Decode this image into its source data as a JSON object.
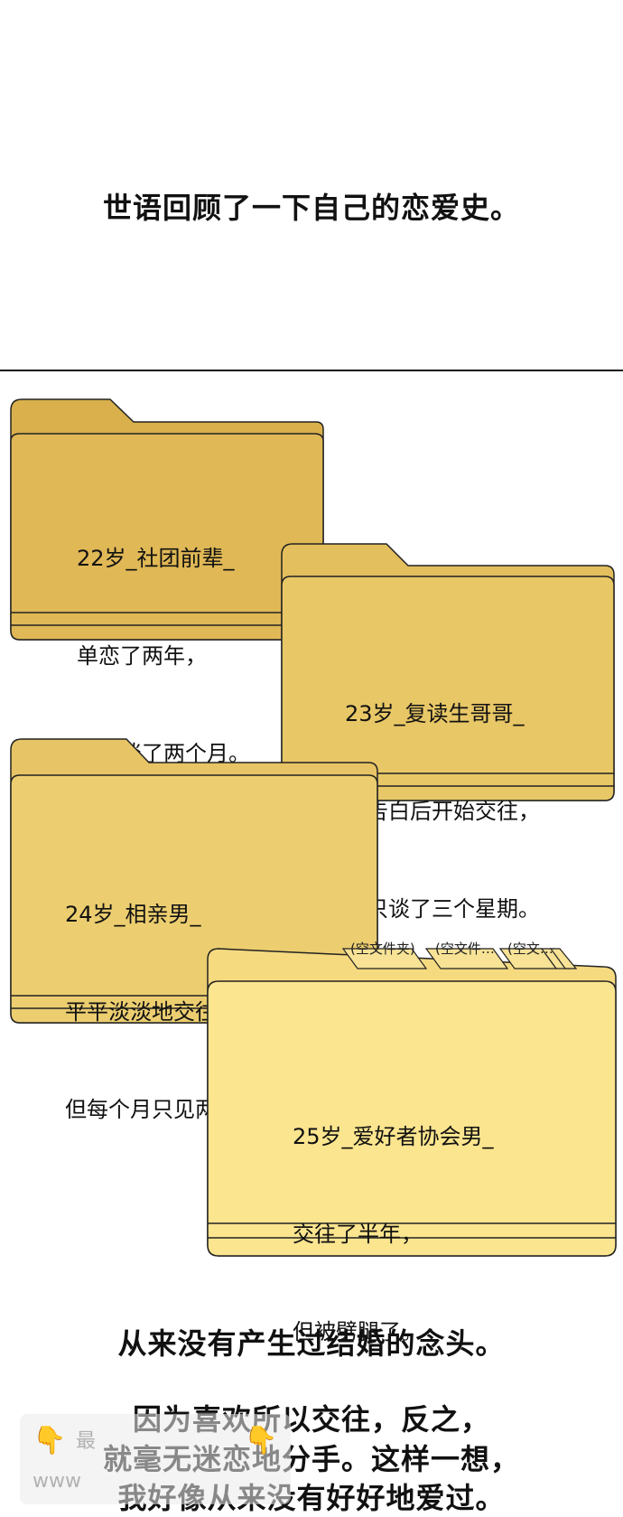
{
  "captions": {
    "top": "世语回顾了一下自己的恋爱史。",
    "bottom1": "从来没有产生过结婚的念头。",
    "bottom2": "因为喜欢所以交往，反之，",
    "bottom3": "就毫无迷恋地分手。这样一想，",
    "bottom4": "我好像从来没有好好地爱过。"
  },
  "folders": [
    {
      "line1": "22岁_社团前辈_",
      "line2": "单恋了两年，",
      "line3": "但只谈了两个月。"
    },
    {
      "line1": "23岁_复读生哥哥_",
      "line2": "被告白后开始交往，",
      "line3": "但只谈了三个星期。"
    },
    {
      "line1": "24岁_相亲男_",
      "line2": "平平淡淡地交往了一年，",
      "line3": "但每个月只见两次。"
    },
    {
      "line1": "25岁_爱好者协会男_",
      "line2": "交往了半年，",
      "line3": "但被劈腿了。"
    }
  ],
  "tabs": [
    "(空文件夹)",
    "(空文件…",
    "(空文…"
  ],
  "watermark": {
    "hand_icon": "pointing-hand-icon",
    "text1": "最",
    "text2": "www"
  },
  "colors": {
    "folder_dark": "#dcb451",
    "folder_mid": "#e8c665",
    "folder_light": "#fbe58f",
    "outline": "#222222"
  }
}
